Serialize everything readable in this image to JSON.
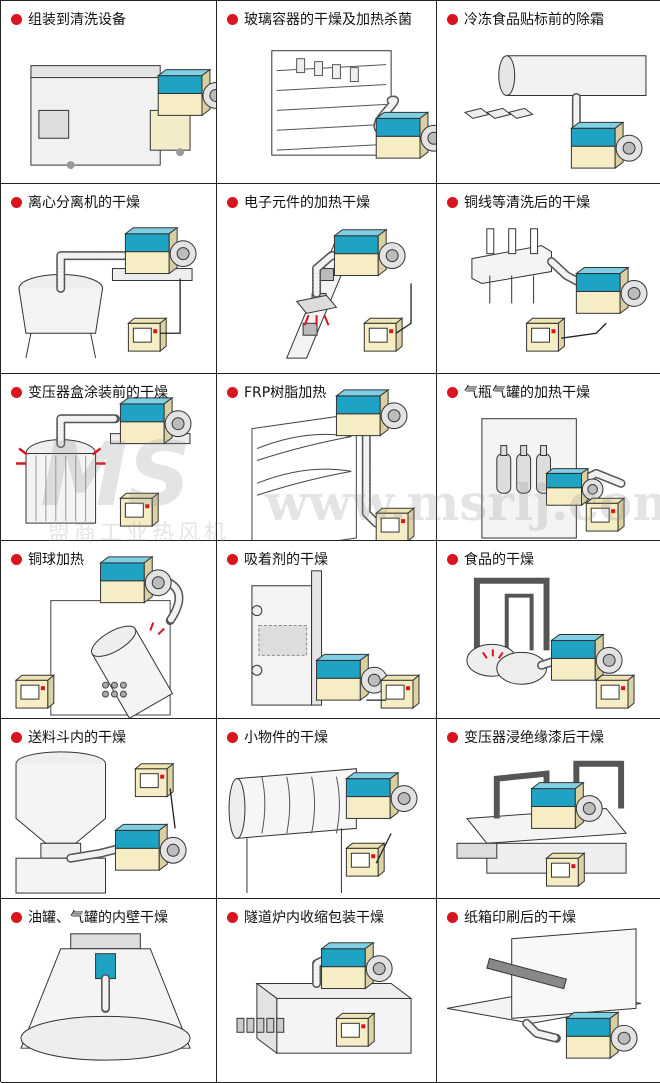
{
  "captions": [
    "组装到清洗设备",
    "玻璃容器的干燥及加热杀菌",
    "冷冻食品贴标前的除霜",
    "离心分离机的干燥",
    "电子元件的加热干燥",
    "铜线等清洗后的干燥",
    "变压器盒涂装前的干燥",
    "FRP树脂加热",
    "气瓶气罐的加热干燥",
    "铜球加热",
    "吸着剂的干燥",
    "食品的干燥",
    "送料斗内的干燥",
    "小物件的干燥",
    "变压器浸绝缘漆后干燥",
    "油罐、气罐的内壁干燥",
    "隧道炉内收缩包装干燥",
    "纸箱印刷后的干燥"
  ],
  "watermark": {
    "logo": "MS",
    "url": "www.msrlj.com",
    "company": "盟商工业热风机"
  },
  "colors": {
    "accent_dot": "#d8141e",
    "heater_top": "#1fa3c4",
    "heater_body": "#f6edc4",
    "line": "#333333"
  }
}
